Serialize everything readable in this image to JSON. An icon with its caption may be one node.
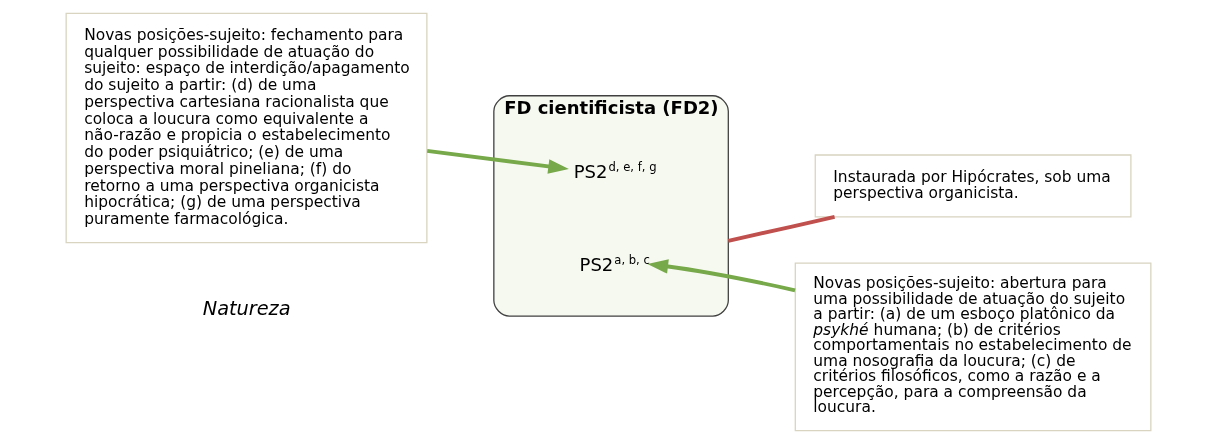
{
  "diagram": {
    "nodes": [
      {
        "text": [
          "Novas posições-sujeito: fechamento para qualquer possibilidade de atuação do sujeito: espaço de interdição/apagamento do sujeito a partir: (d) de uma perspectiva cartesiana racionalista que coloca a loucura como equivalente a não-razão e propicia o estabelecimento do poder psiquiátrico; (e) de uma perspectiva moral pineliana; (f) do retorno a uma perspectiva organicista hipocrática; (g) de uma perspectiva puramente farmacológica."
        ]
      },
      {
        "text": [
          "FD cientificista (FD2)"
        ]
      },
      {
        "text": [
          "PS2$^{a, b, c}$"
        ],
        "in": 1
      },
      {
        "text": [
          "PS2$^{d, e, f, g}$"
        ],
        "in": 1
      },
      {
        "text": [
          "Instaurada por Hipócrates, sob uma perspectiva organicista."
        ]
      },
      {
        "text": [
          "Novas posições-sujeito: abertura para uma possibilidade de atuação do sujeito a partir: (a) de um esboço platônico da *psykhé* humana; (b) de critérios comportamentais no estabelecimento de uma nosografia da loucura; (c) de critérios filosóficos, como a razão e a percepção, para a compreensão da loucura."
        ]
      }
    ],
    "edges": [
      {
        "from": 1,
        "to": 4,
        "arrow": "none",
        "color": "#c0504d"
      },
      {
        "from": 5,
        "to": 2,
        "arrow": "to"
      },
      {
        "from": 0,
        "to": 3,
        "arrow": "to"
      }
    ],
    "labels": [
      "Natureza"
    ]
  }
}
